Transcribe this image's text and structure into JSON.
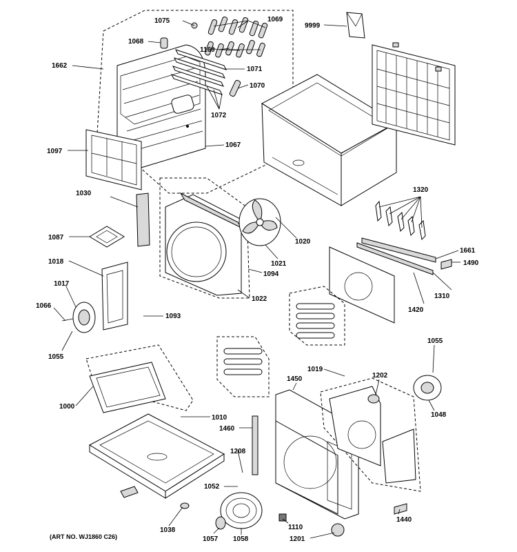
{
  "art_number": "(ART NO. WJ1860 C26)",
  "parts": {
    "p1075": "1075",
    "p1069": "1069",
    "p1068": "1068",
    "p1169": "1169",
    "p1662": "1662",
    "p1071": "1071",
    "p1070": "1070",
    "p1072": "1072",
    "p1067": "1067",
    "p1097": "1097",
    "p9999": "9999",
    "p1320": "1320",
    "p1030": "1030",
    "p1020": "1020",
    "p1087": "1087",
    "p1021": "1021",
    "p1661": "1661",
    "p1490": "1490",
    "p1018": "1018",
    "p1094": "1094",
    "p1017": "1017",
    "p1022": "1022",
    "p1420": "1420",
    "p1310": "1310",
    "p1066": "1066",
    "p1093": "1093",
    "p1055a": "1055",
    "p1055b": "1055",
    "p1019": "1019",
    "p1202": "1202",
    "p1450": "1450",
    "p1000": "1000",
    "p1048": "1048",
    "p1010": "1010",
    "p1460": "1460",
    "p1208": "1208",
    "p1052": "1052",
    "p1440": "1440",
    "p1038": "1038",
    "p1110": "1110",
    "p1057": "1057",
    "p1058": "1058",
    "p1201": "1201"
  }
}
